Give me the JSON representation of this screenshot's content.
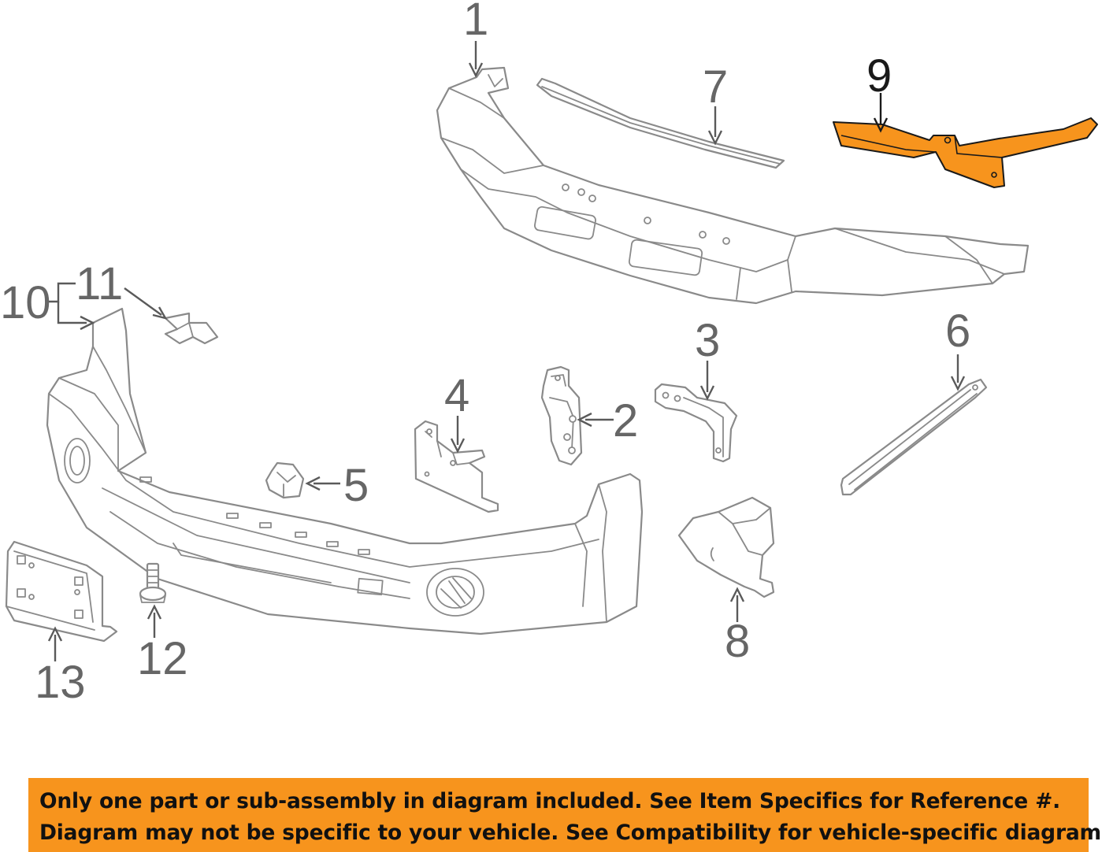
{
  "callouts": {
    "c1": "1",
    "c2": "2",
    "c3": "3",
    "c4": "4",
    "c5": "5",
    "c6": "6",
    "c7": "7",
    "c8": "8",
    "c9": "9",
    "c10": "10",
    "c11": "11",
    "c12": "12",
    "c13": "13"
  },
  "highlight_color": "#f7941d",
  "notice": {
    "line1": "Only one part or sub-assembly in diagram included. See Item Specifics for Reference #.",
    "line2": "Diagram may not be specific to your vehicle. See Compatibility for vehicle-specific diagrams."
  }
}
